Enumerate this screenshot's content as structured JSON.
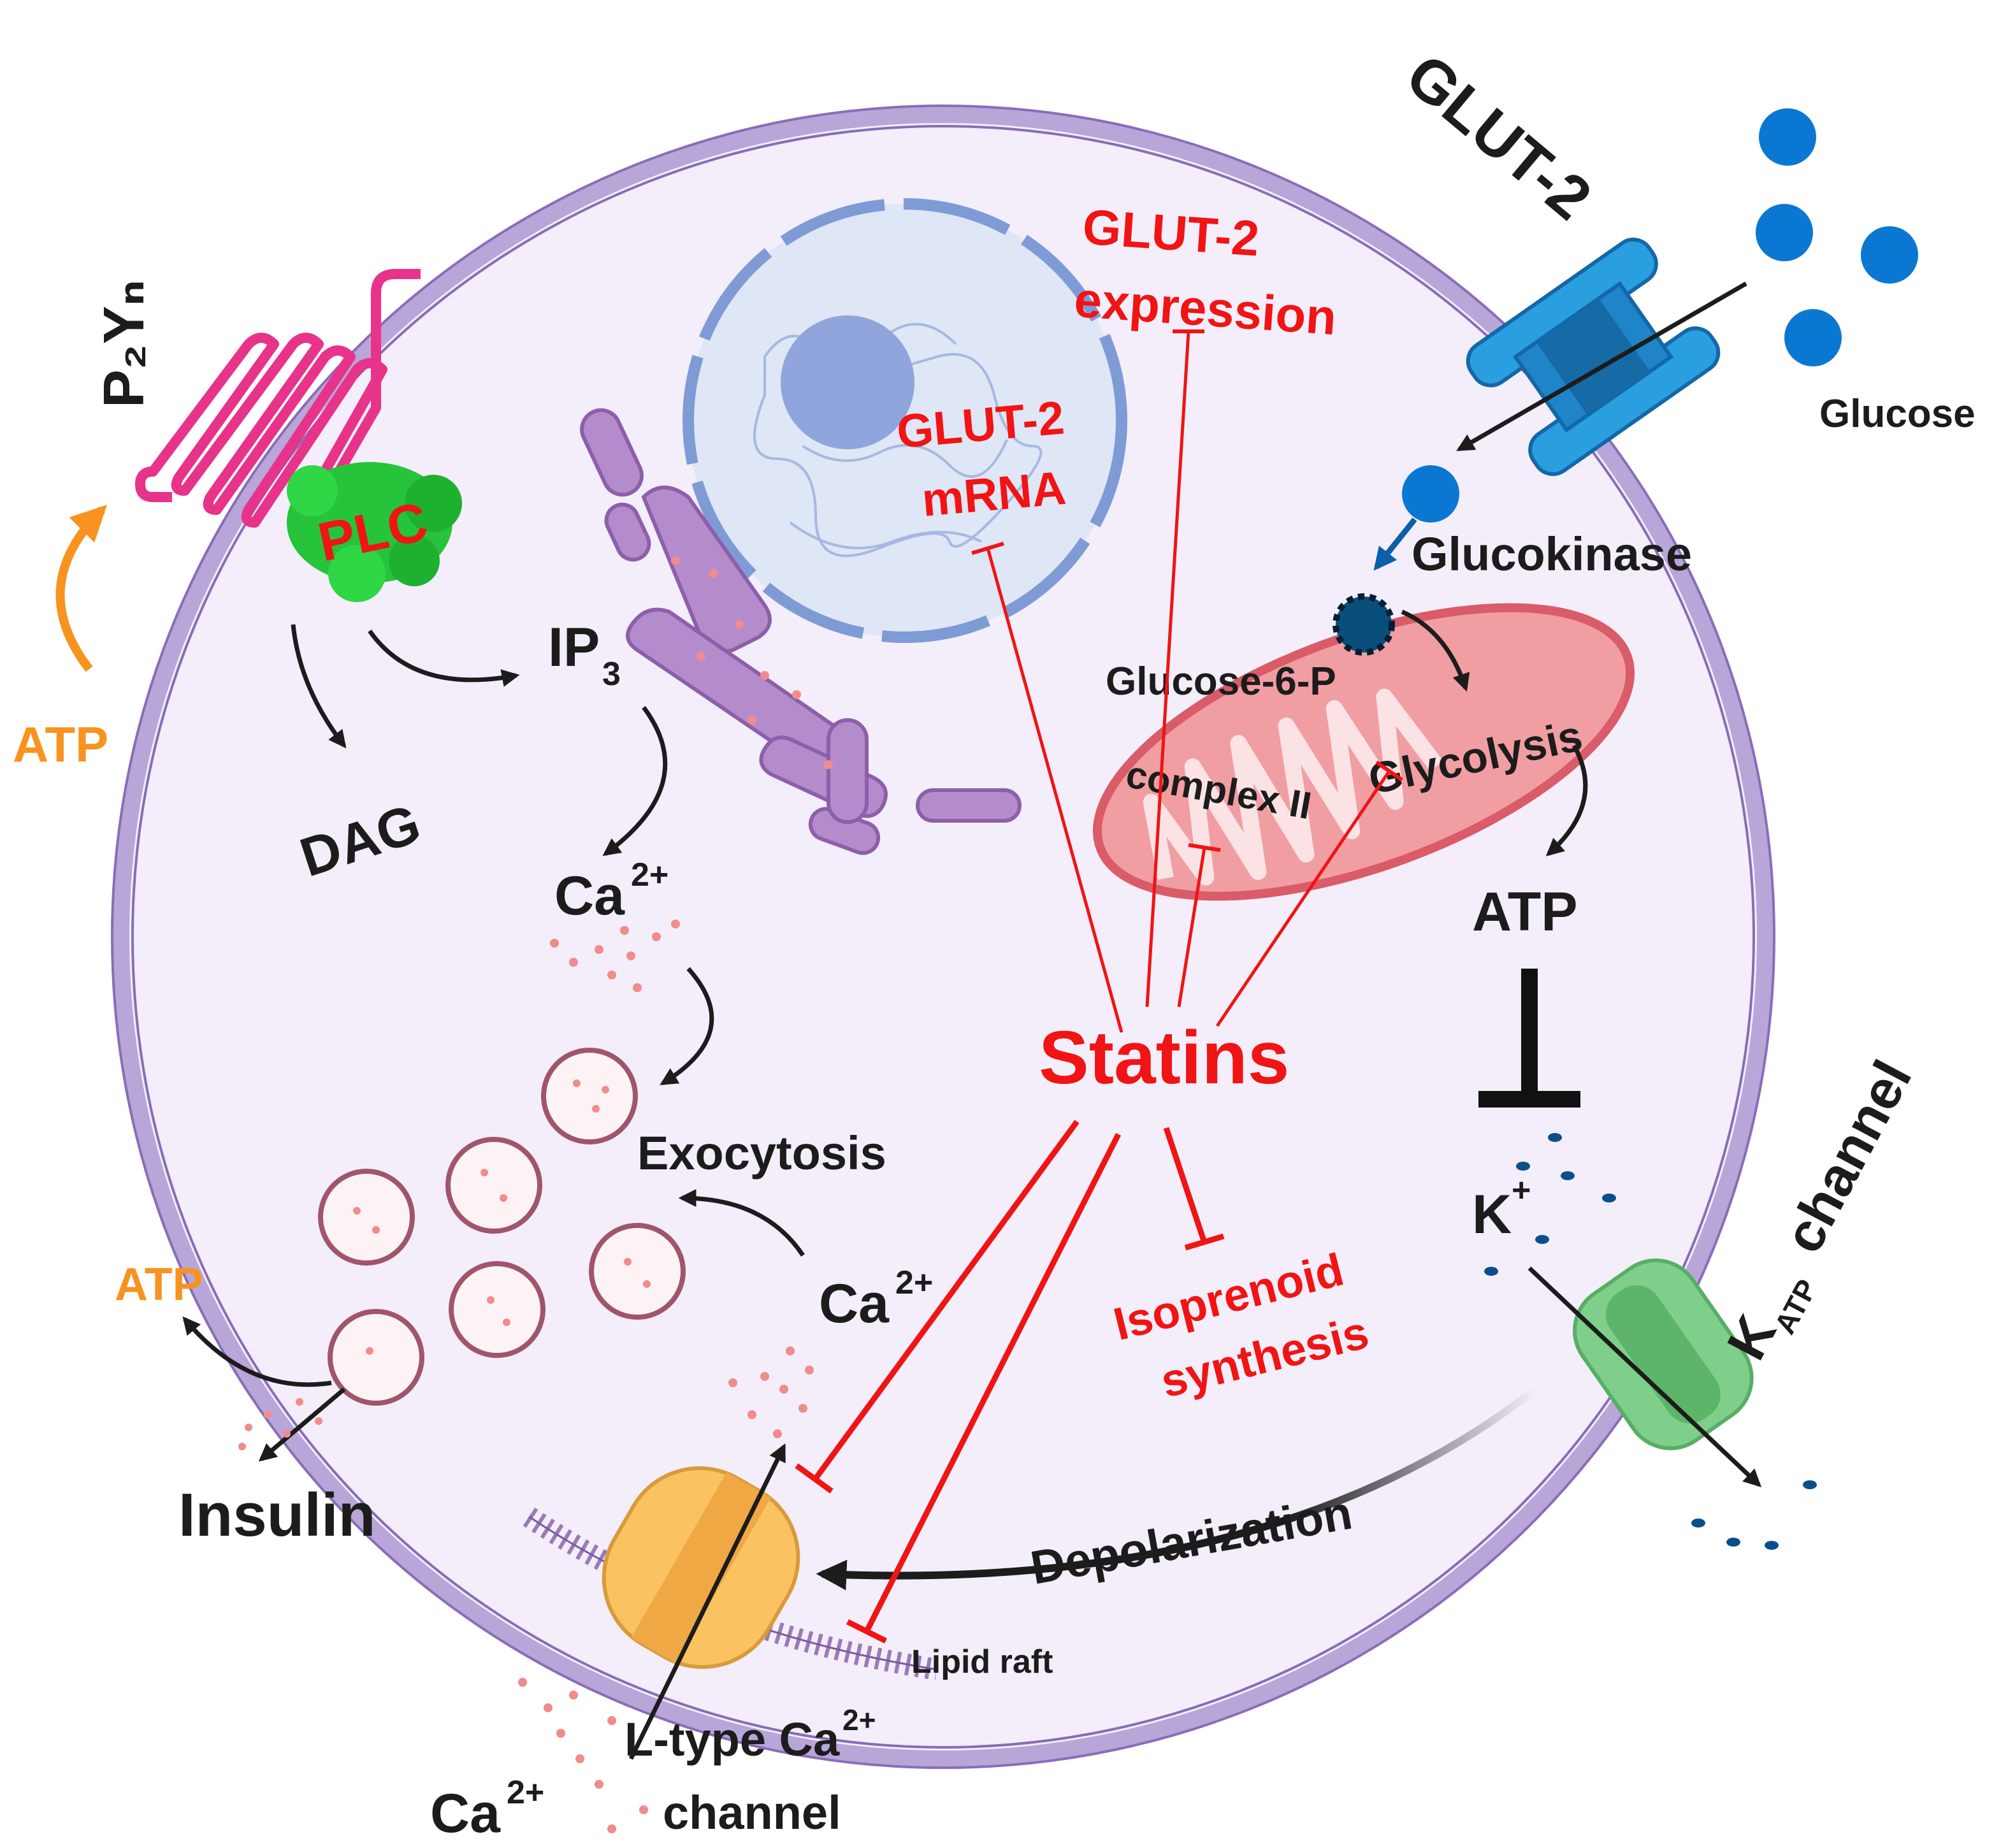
{
  "labels": {
    "p2yn": "P₂Yₙ",
    "plc": "PLC",
    "atp_orange_top": "ATP",
    "ip3": "IP",
    "ip3_sub": "3",
    "dag": "DAG",
    "ca_er": "Ca",
    "ca_sup": "2+",
    "exocytosis": "Exocytosis",
    "ca_ltype_inside": "Ca",
    "atp_orange_bottom": "ATP",
    "insulin": "Insulin",
    "glut2": "GLUT-2",
    "glucose": "Glucose",
    "glucokinase": "Glucokinase",
    "glucose6p": "Glucose-6-P",
    "glycolysis": "Glycolysis",
    "complex2": "complex II",
    "atp_black": "ATP",
    "k_plus": "K",
    "k_sup": "+",
    "katp": "K",
    "katp_sub": "ATP",
    "katp_channel": "channel",
    "depolarization": "Depolarization",
    "lipid_raft": "Lipid raft",
    "ltype_line1": "L-type Ca",
    "ltype_sup": "2+",
    "ltype_line2": "channel",
    "ca_outside": "Ca",
    "statins": "Statins",
    "glut2_expression_1": "GLUT-2",
    "glut2_expression_2": "expression",
    "glut2_mrna_1": "GLUT-2",
    "glut2_mrna_2": "mRNA",
    "isoprenoid_1": "Isoprenoid",
    "isoprenoid_2": "synthesis"
  },
  "colors": {
    "cell_fill": "#f3eefa",
    "membrane": "#b9a6d8",
    "statin_red": "#f01414",
    "atp_orange": "#f7931e",
    "glut_blue": "#1e9be0",
    "glucose_blue": "#0a78d2",
    "mito_pink": "#e57780",
    "er_purple": "#a47ab8",
    "nucleus_blue": "#a9bfe6",
    "katp_green": "#6fc27c",
    "ltype_orange": "#fbc262",
    "plc_green": "#33cc44",
    "receptor_pink": "#e8338a"
  },
  "icons": [
    "receptor-icon",
    "plc-enzyme-icon",
    "er-icon",
    "nucleus-icon",
    "mitochondrion-icon",
    "glut2-transporter-icon",
    "katp-channel-icon",
    "ltype-channel-icon",
    "vesicle-icon",
    "glucokinase-icon"
  ]
}
